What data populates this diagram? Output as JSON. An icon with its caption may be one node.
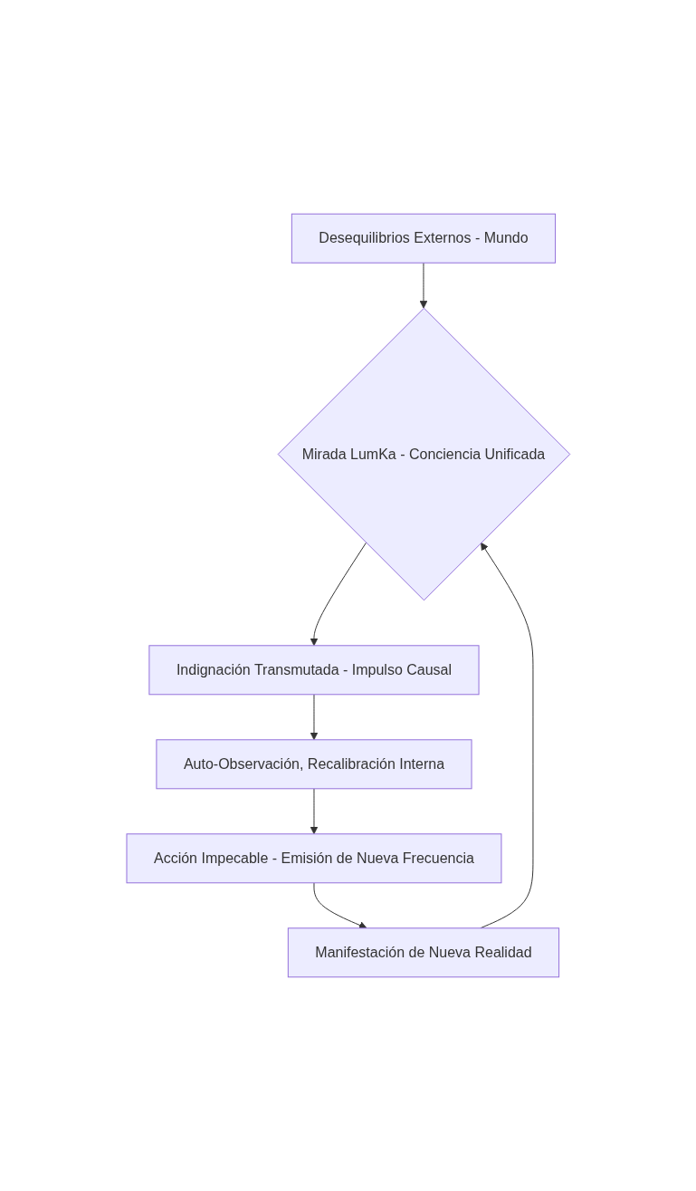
{
  "diagram": {
    "nodes": [
      {
        "text": [
          "Desequilibrios Externos - Mundo"
        ]
      },
      {
        "text": [
          "Mirada LumKa - Conciencia Unificada"
        ]
      },
      {
        "text": [
          "Indignación Transmutada - Impulso Causal"
        ]
      },
      {
        "text": [
          "Auto-Observación, Recalibración Interna"
        ]
      },
      {
        "text": [
          "Acción Impecable - Emisión de Nueva Frecuencia"
        ]
      },
      {
        "text": [
          "Manifestación de Nueva Realidad"
        ]
      }
    ],
    "edges": [
      {
        "from": 0,
        "to": 1,
        "arrow": "to"
      },
      {
        "from": 1,
        "to": 2,
        "arrow": "to"
      },
      {
        "from": 2,
        "to": 3,
        "arrow": "to"
      },
      {
        "from": 3,
        "to": 4,
        "arrow": "to"
      },
      {
        "from": 4,
        "to": 5,
        "arrow": "to"
      },
      {
        "from": 5,
        "to": 1,
        "arrow": "to"
      }
    ]
  }
}
